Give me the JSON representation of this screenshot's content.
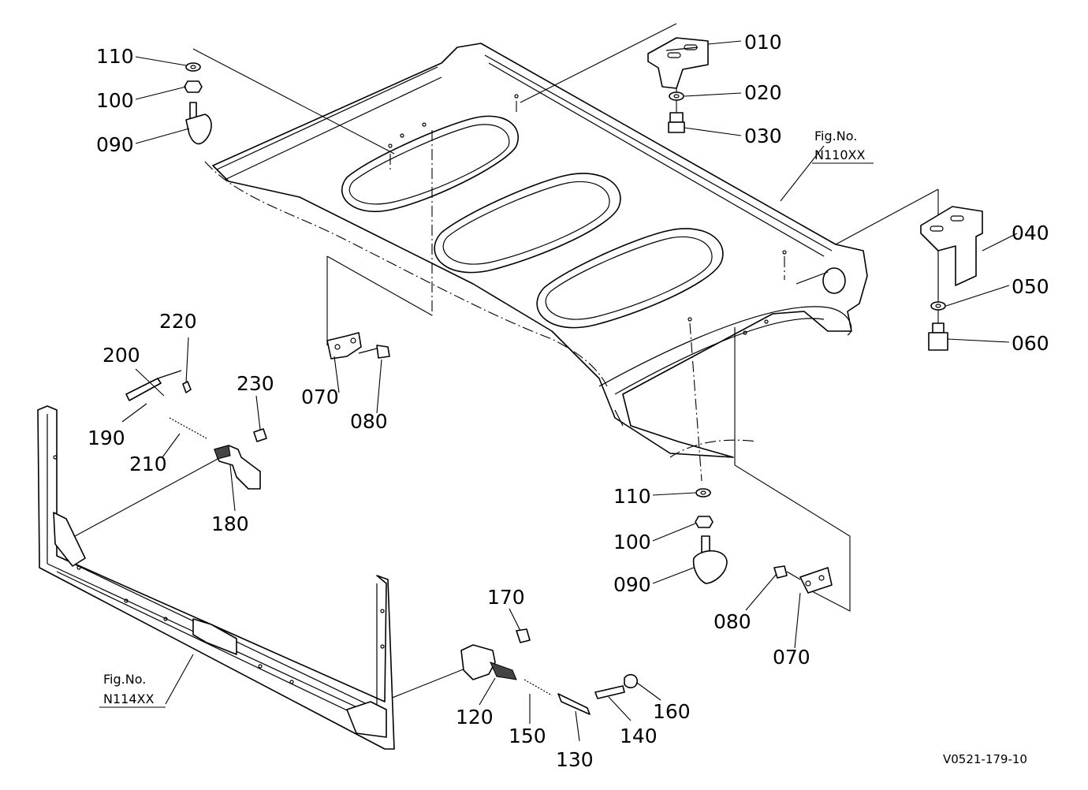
{
  "callouts": {
    "p010": "010",
    "p020": "020",
    "p030": "030",
    "p040": "040",
    "p050": "050",
    "p060": "060",
    "p070_left": "070",
    "p080_left": "080",
    "p070_right": "070",
    "p080_right": "080",
    "p090_top": "090",
    "p100_top": "100",
    "p110_top": "110",
    "p090_bottom": "090",
    "p100_bottom": "100",
    "p110_bottom": "110",
    "p120": "120",
    "p130": "130",
    "p140": "140",
    "p150": "150",
    "p160": "160",
    "p170": "170",
    "p180": "180",
    "p190": "190",
    "p200": "200",
    "p210": "210",
    "p220": "220",
    "p230": "230"
  },
  "figure_refs": {
    "top_label": "Fig.No.",
    "top_code": "N110XX",
    "bottom_label": "Fig.No.",
    "bottom_code": "N114XX"
  },
  "drawing_code": "V0521-179-10"
}
